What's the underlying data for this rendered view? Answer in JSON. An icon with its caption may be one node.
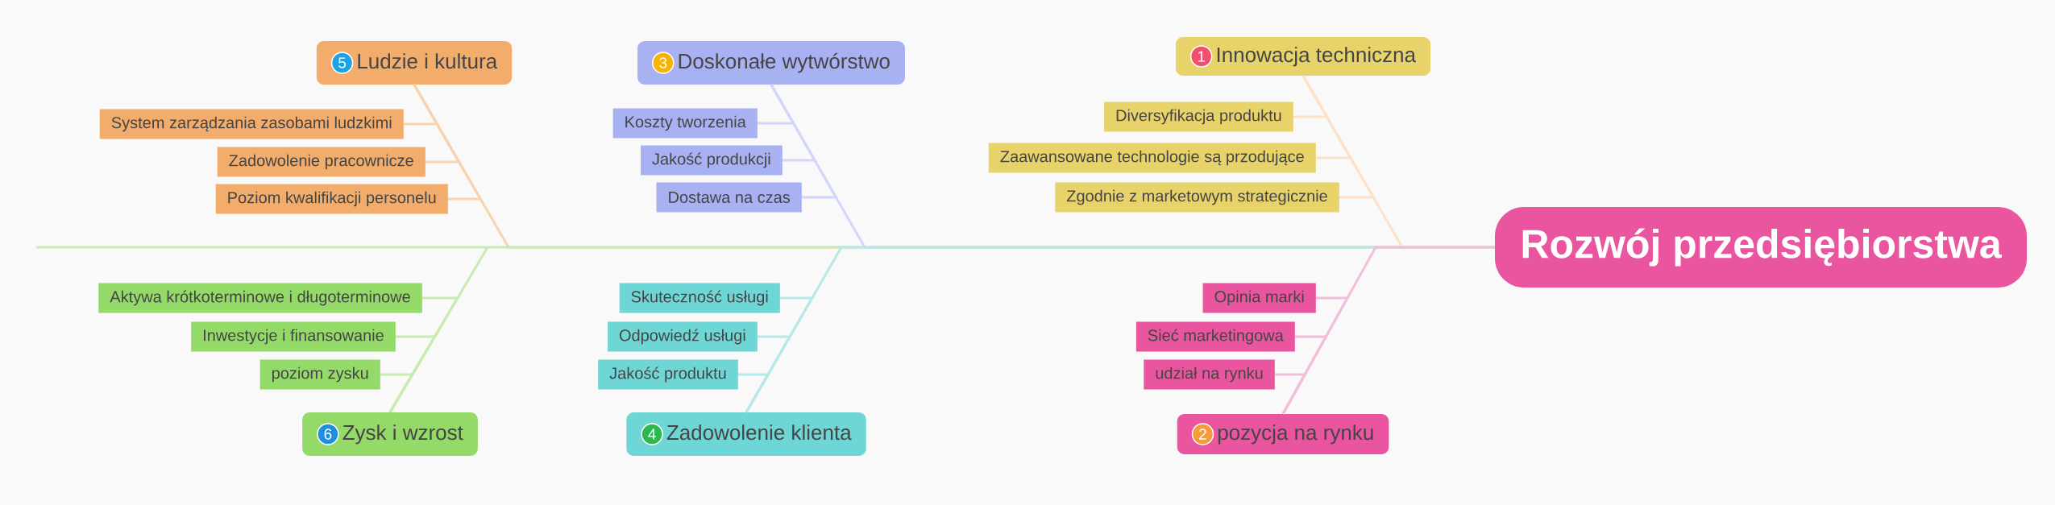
{
  "diagram": {
    "nodes": [
      {
        "text": [
          "Rozwój przedsiębiorstwa"
        ]
      },
      {
        "text": [
          "5",
          "Ludzie i kultura"
        ]
      },
      {
        "text": [
          "System zarządzania zasobami ludzkimi"
        ]
      },
      {
        "text": [
          "Zadowolenie pracownicze"
        ]
      },
      {
        "text": [
          "Poziom kwalifikacji personelu"
        ]
      },
      {
        "text": [
          "3",
          "Doskonałe wytwórstwo"
        ]
      },
      {
        "text": [
          "Koszty tworzenia"
        ]
      },
      {
        "text": [
          "Jakość produkcji"
        ]
      },
      {
        "text": [
          "Dostawa na czas"
        ]
      },
      {
        "text": [
          "1",
          "Innowacja techniczna"
        ]
      },
      {
        "text": [
          "Diversyfikacja produktu"
        ]
      },
      {
        "text": [
          "Zaawansowane technologie są przodujące"
        ]
      },
      {
        "text": [
          "Zgodnie z marketowym strategicznie"
        ]
      },
      {
        "text": [
          "6",
          "Zysk i wzrost"
        ]
      },
      {
        "text": [
          "Aktywa krótkoterminowe i długoterminowe"
        ]
      },
      {
        "text": [
          "Inwestycje i finansowanie"
        ]
      },
      {
        "text": [
          "poziom zysku"
        ]
      },
      {
        "text": [
          "4",
          "Zadowolenie klienta"
        ]
      },
      {
        "text": [
          "Skuteczność usługi"
        ]
      },
      {
        "text": [
          "Odpowiedź usługi"
        ]
      },
      {
        "text": [
          "Jakość produktu"
        ]
      },
      {
        "text": [
          "2",
          "pozycja na rynku"
        ]
      },
      {
        "text": [
          "Opinia marki"
        ]
      },
      {
        "text": [
          "Sieć marketingowa"
        ]
      },
      {
        "text": [
          "udział na rynku"
        ]
      }
    ],
    "edges": [
      {
        "from": 2,
        "to": 1,
        "arrow": "none"
      },
      {
        "from": 3,
        "to": 1,
        "arrow": "none"
      },
      {
        "from": 4,
        "to": 1,
        "arrow": "none"
      },
      {
        "from": 6,
        "to": 5,
        "arrow": "none"
      },
      {
        "from": 7,
        "to": 5,
        "arrow": "none"
      },
      {
        "from": 8,
        "to": 5,
        "arrow": "none"
      },
      {
        "from": 10,
        "to": 9,
        "arrow": "none"
      },
      {
        "from": 11,
        "to": 9,
        "arrow": "none"
      },
      {
        "from": 12,
        "to": 9,
        "arrow": "none"
      },
      {
        "from": 14,
        "to": 13,
        "arrow": "none"
      },
      {
        "from": 15,
        "to": 13,
        "arrow": "none"
      },
      {
        "from": 16,
        "to": 13,
        "arrow": "none"
      },
      {
        "from": 18,
        "to": 17,
        "arrow": "none"
      },
      {
        "from": 19,
        "to": 17,
        "arrow": "none"
      },
      {
        "from": 20,
        "to": 17,
        "arrow": "none"
      },
      {
        "from": 22,
        "to": 21,
        "arrow": "none"
      },
      {
        "from": 23,
        "to": 21,
        "arrow": "none"
      },
      {
        "from": 24,
        "to": 21,
        "arrow": "none"
      },
      {
        "from": 1,
        "to": 0,
        "arrow": "none"
      },
      {
        "from": 5,
        "to": 0,
        "arrow": "none"
      },
      {
        "from": 9,
        "to": 0,
        "arrow": "none"
      },
      {
        "from": 13,
        "to": 0,
        "arrow": "none"
      },
      {
        "from": 17,
        "to": 0,
        "arrow": "none"
      },
      {
        "from": 21,
        "to": 0,
        "arrow": "none"
      }
    ]
  }
}
